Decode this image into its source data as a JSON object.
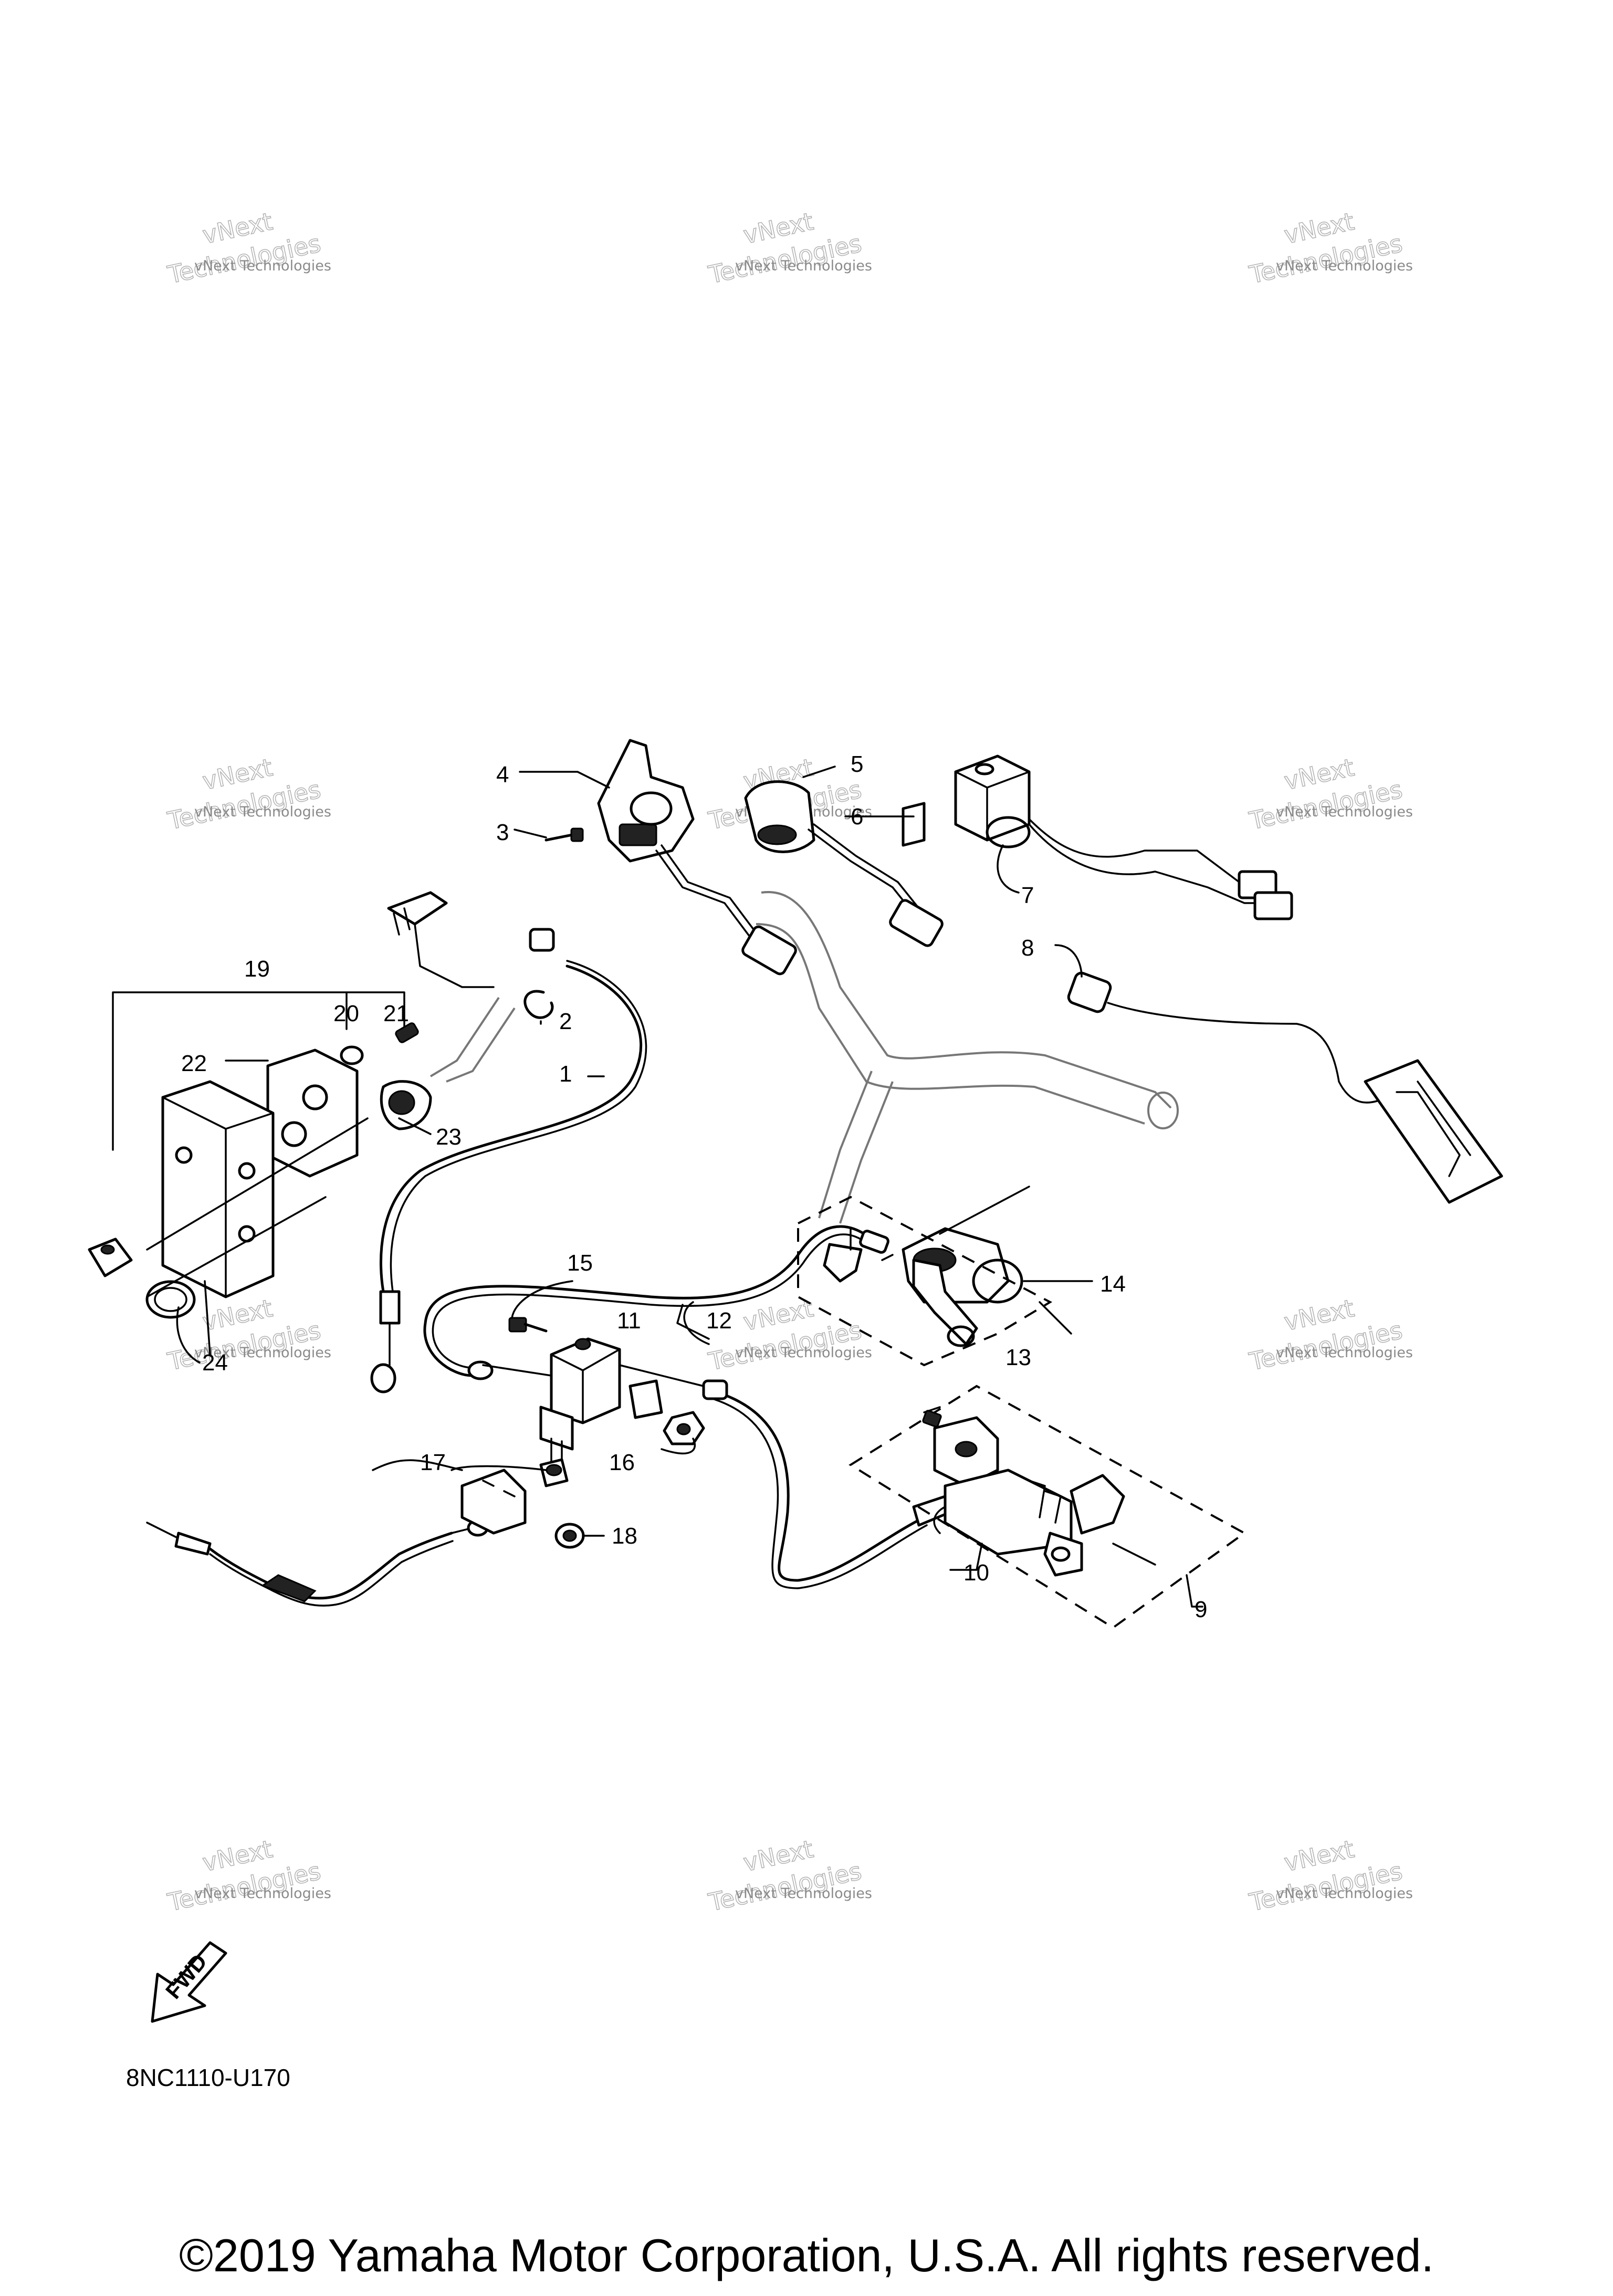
{
  "drawing_code": "8NC1110-U170",
  "copyright": "©2019 Yamaha Motor Corporation, U.S.A. All rights reserved.",
  "fwd_label": "FWD",
  "watermark": {
    "line1": "vNext",
    "line2": "Technologies",
    "small": "vNext Technologies"
  },
  "callouts": [
    {
      "id": "1",
      "label": "1"
    },
    {
      "id": "2",
      "label": "2"
    },
    {
      "id": "3",
      "label": "3"
    },
    {
      "id": "4",
      "label": "4"
    },
    {
      "id": "5",
      "label": "5"
    },
    {
      "id": "6",
      "label": "6"
    },
    {
      "id": "7",
      "label": "7"
    },
    {
      "id": "8",
      "label": "8"
    },
    {
      "id": "9",
      "label": "9"
    },
    {
      "id": "10",
      "label": "10"
    },
    {
      "id": "11",
      "label": "11"
    },
    {
      "id": "12",
      "label": "12"
    },
    {
      "id": "13",
      "label": "13"
    },
    {
      "id": "14",
      "label": "14"
    },
    {
      "id": "15",
      "label": "15"
    },
    {
      "id": "16",
      "label": "16"
    },
    {
      "id": "17",
      "label": "17"
    },
    {
      "id": "18",
      "label": "18"
    },
    {
      "id": "19",
      "label": "19"
    },
    {
      "id": "20",
      "label": "20"
    },
    {
      "id": "21",
      "label": "21"
    },
    {
      "id": "22",
      "label": "22"
    },
    {
      "id": "23",
      "label": "23"
    },
    {
      "id": "24",
      "label": "24"
    }
  ]
}
